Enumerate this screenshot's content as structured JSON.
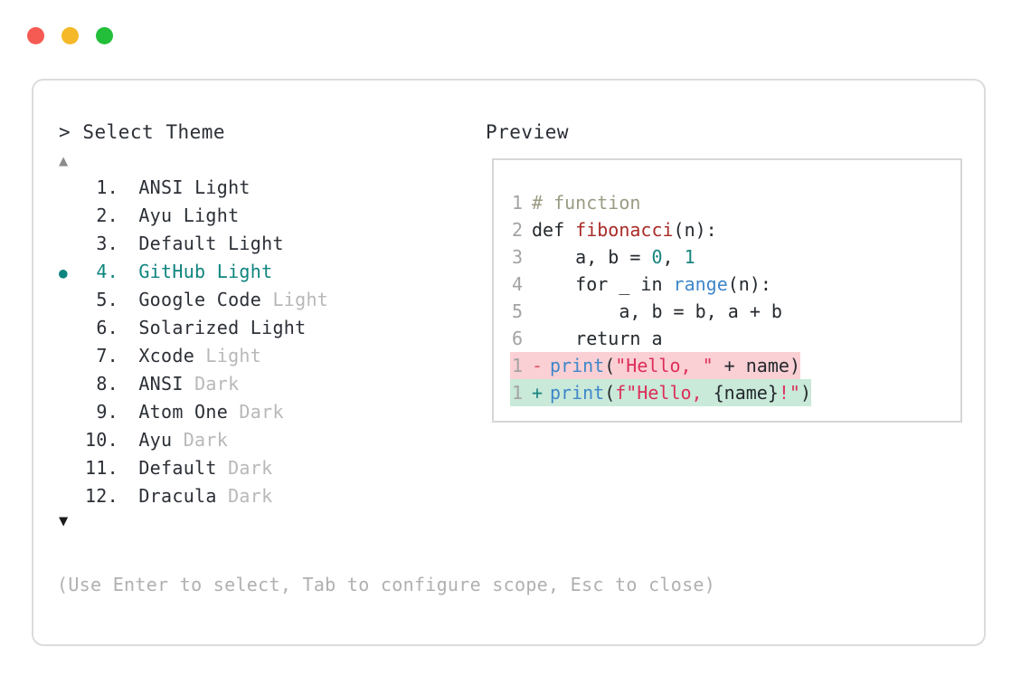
{
  "window": {
    "dots": [
      {
        "name": "close-dot",
        "color": "#f55b52"
      },
      {
        "name": "minimize-dot",
        "color": "#f5b828"
      },
      {
        "name": "maximize-dot",
        "color": "#23bf3a"
      }
    ]
  },
  "prompt": {
    "caret": ">",
    "title": "Select Theme"
  },
  "preview": {
    "header": "Preview"
  },
  "scroll": {
    "up_arrow": "▲",
    "down_arrow": "▼"
  },
  "selection": {
    "bullet": "●",
    "selected_index": 4,
    "accent_color": "#0e847e"
  },
  "themes": [
    {
      "index": "1.",
      "name": "ANSI",
      "variant": "Light",
      "variant_muted": false,
      "selected": false
    },
    {
      "index": "2.",
      "name": "Ayu",
      "variant": "Light",
      "variant_muted": false,
      "selected": false
    },
    {
      "index": "3.",
      "name": "Default",
      "variant": "Light",
      "variant_muted": false,
      "selected": false
    },
    {
      "index": "4.",
      "name": "GitHub",
      "variant": "Light",
      "variant_muted": false,
      "selected": true
    },
    {
      "index": "5.",
      "name": "Google Code",
      "variant": "Light",
      "variant_muted": true,
      "selected": false
    },
    {
      "index": "6.",
      "name": "Solarized",
      "variant": "Light",
      "variant_muted": false,
      "selected": false
    },
    {
      "index": "7.",
      "name": "Xcode",
      "variant": "Light",
      "variant_muted": true,
      "selected": false
    },
    {
      "index": "8.",
      "name": "ANSI",
      "variant": "Dark",
      "variant_muted": true,
      "selected": false
    },
    {
      "index": "9.",
      "name": "Atom One",
      "variant": "Dark",
      "variant_muted": true,
      "selected": false
    },
    {
      "index": "10.",
      "name": "Ayu",
      "variant": "Dark",
      "variant_muted": true,
      "selected": false
    },
    {
      "index": "11.",
      "name": "Default",
      "variant": "Dark",
      "variant_muted": true,
      "selected": false
    },
    {
      "index": "12.",
      "name": "Dracula",
      "variant": "Dark",
      "variant_muted": true,
      "selected": false
    }
  ],
  "code": {
    "lines": [
      {
        "ln": "1",
        "tokens": [
          {
            "t": "# function",
            "c": "comment"
          }
        ]
      },
      {
        "ln": "2",
        "tokens": [
          {
            "t": "def ",
            "c": "plain"
          },
          {
            "t": "fibonacci",
            "c": "fn"
          },
          {
            "t": "(n):",
            "c": "punct"
          }
        ]
      },
      {
        "ln": "3",
        "tokens": [
          {
            "t": "    a, b = ",
            "c": "plain"
          },
          {
            "t": "0",
            "c": "num"
          },
          {
            "t": ", ",
            "c": "plain"
          },
          {
            "t": "1",
            "c": "num"
          }
        ]
      },
      {
        "ln": "4",
        "tokens": [
          {
            "t": "    for _ in ",
            "c": "plain"
          },
          {
            "t": "range",
            "c": "builtin"
          },
          {
            "t": "(n):",
            "c": "punct"
          }
        ]
      },
      {
        "ln": "5",
        "tokens": [
          {
            "t": "        a, b = b, a + b",
            "c": "plain"
          }
        ]
      },
      {
        "ln": "6",
        "tokens": [
          {
            "t": "    return a",
            "c": "plain"
          }
        ]
      }
    ]
  },
  "diff": {
    "lines": [
      {
        "ln": "1",
        "sign": "-",
        "kind": "removed",
        "tokens": [
          {
            "t": "print",
            "c": "builtin"
          },
          {
            "t": "(",
            "c": "punct"
          },
          {
            "t": "\"Hello, \"",
            "c": "str"
          },
          {
            "t": " + name",
            "c": "plain"
          },
          {
            "t": ")",
            "c": "punct"
          }
        ]
      },
      {
        "ln": "1",
        "sign": "+",
        "kind": "added",
        "tokens": [
          {
            "t": "print",
            "c": "builtin"
          },
          {
            "t": "(",
            "c": "punct"
          },
          {
            "t": "f\"Hello, ",
            "c": "str"
          },
          {
            "t": "{name}",
            "c": "plain"
          },
          {
            "t": "!\"",
            "c": "str"
          },
          {
            "t": ")",
            "c": "punct"
          }
        ]
      }
    ]
  },
  "footer": {
    "hint": "(Use Enter to select, Tab to configure scope, Esc to close)"
  }
}
